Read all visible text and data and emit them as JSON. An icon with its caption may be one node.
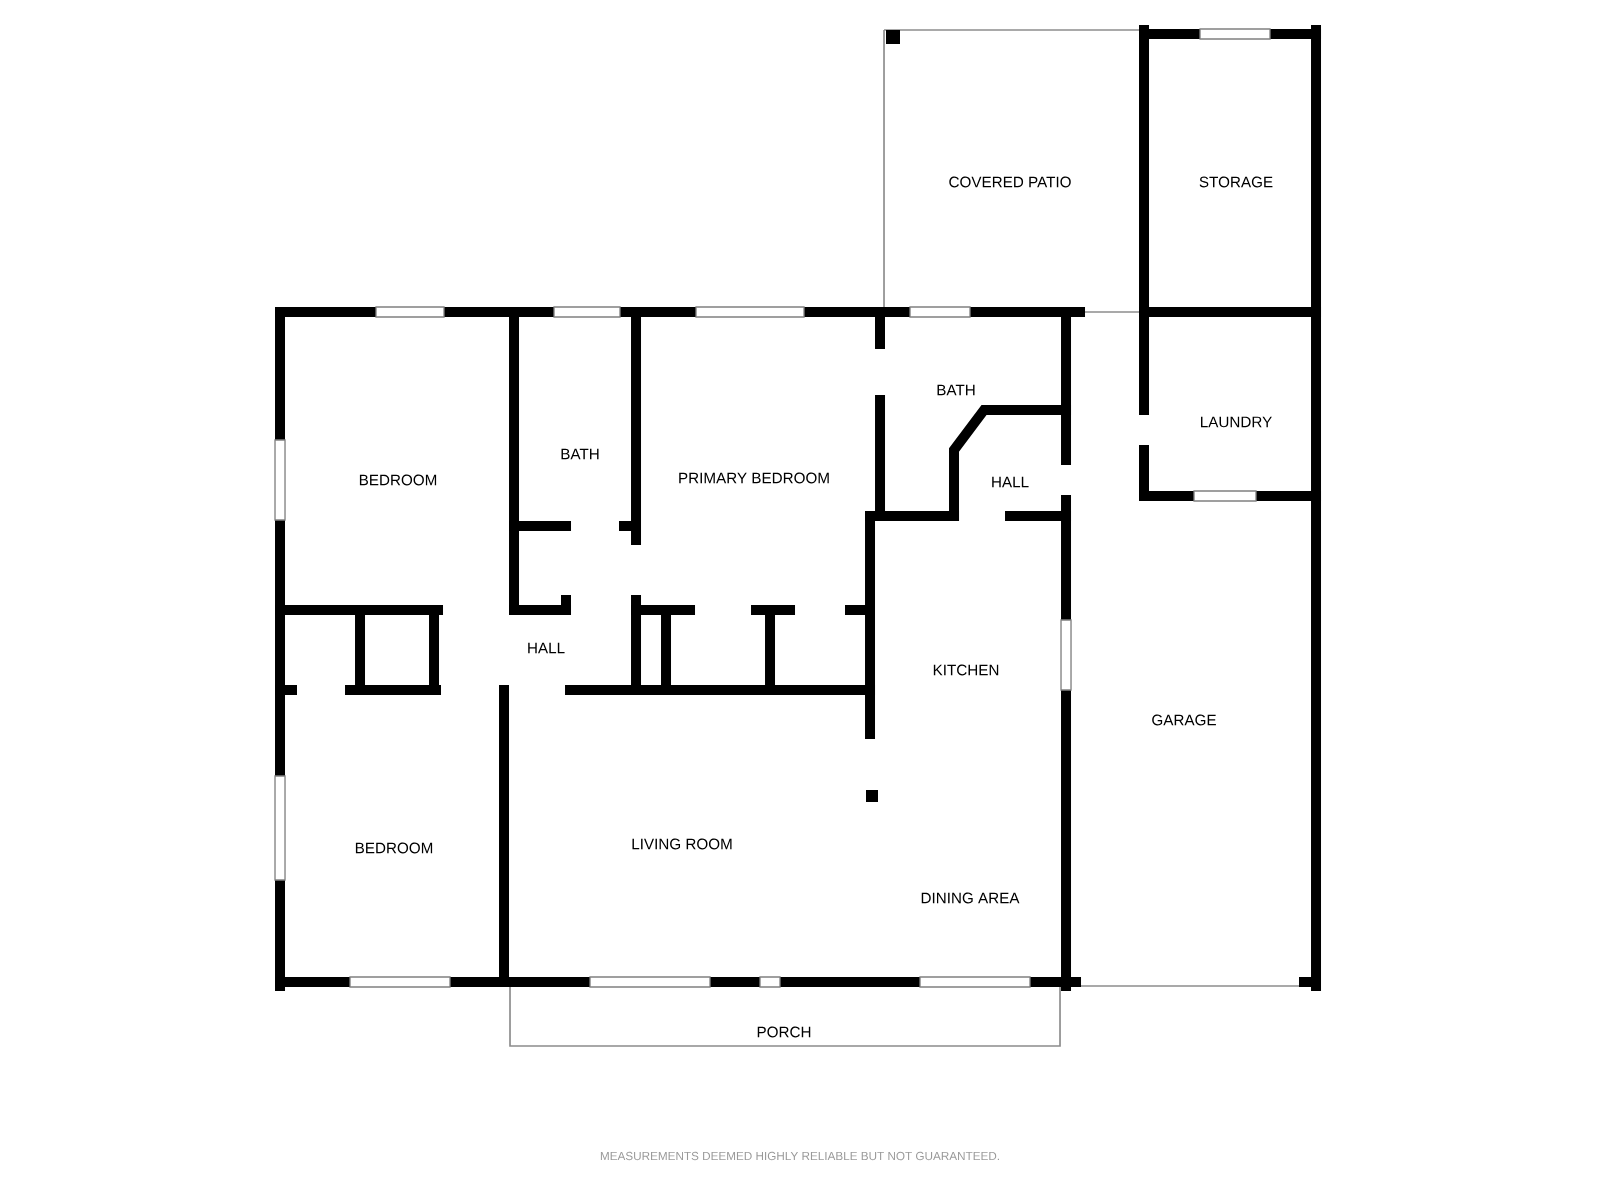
{
  "diagram": {
    "labels": [
      "COVERED PATIO",
      "STORAGE",
      "BATH",
      "LAUNDRY",
      "BATH",
      "PRIMARY BEDROOM",
      "BEDROOM",
      "HALL",
      "HALL",
      "KITCHEN",
      "GARAGE",
      "LIVING ROOM",
      "BEDROOM",
      "DINING AREA",
      "PORCH",
      "MEASUREMENTS DEEMED HIGHLY RELIABLE BUT NOT GUARANTEED."
    ]
  }
}
